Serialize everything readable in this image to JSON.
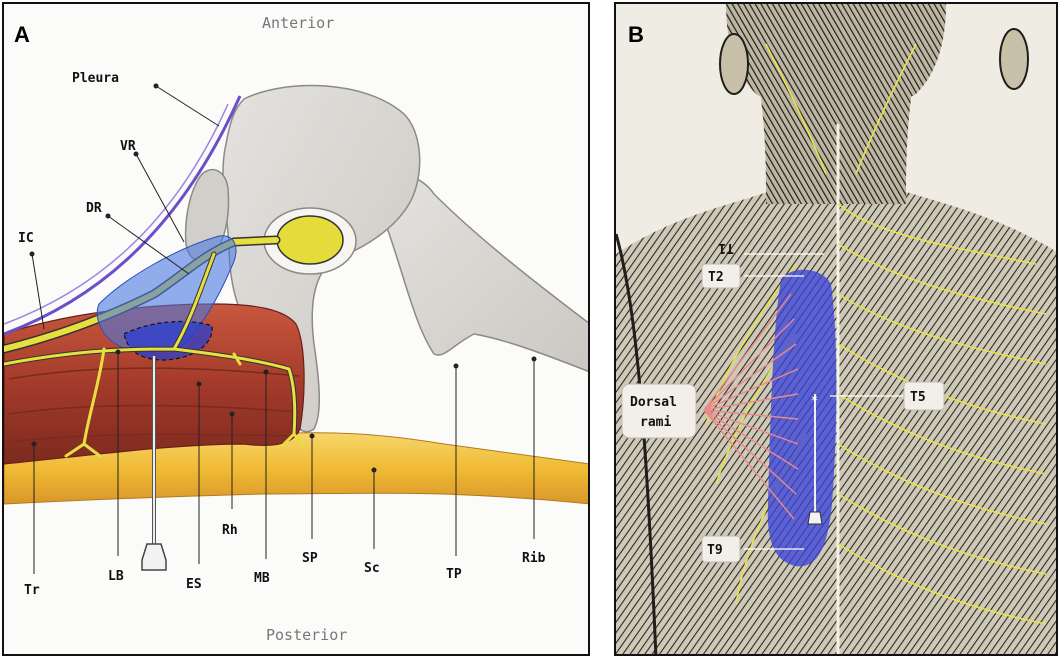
{
  "panel_a": {
    "letter": "A",
    "top_label": "Anterior",
    "bottom_label": "Posterior",
    "labels": {
      "pleura": "Pleura",
      "vr": "VR",
      "dr": "DR",
      "ic": "IC",
      "tr": "Tr",
      "lb": "LB",
      "es": "ES",
      "rh": "Rh",
      "mb": "MB",
      "sp": "SP",
      "sc": "Sc",
      "tp": "TP",
      "rib": "Rib"
    }
  },
  "panel_b": {
    "letter": "B",
    "labels": {
      "t1": "T1",
      "t2": "T2",
      "t5": "T5",
      "t9": "T9",
      "dorsal_line1": "Dorsal",
      "dorsal_line2": "rami"
    }
  },
  "colors": {
    "bone": "#d8d5d0",
    "muscle": "#a8402e",
    "fat": "#f0bf3a",
    "nerve": "#e6df3f",
    "injectate": "#4b78e0",
    "pleura": "#6a4fc8",
    "spread_b": "#3a44d8"
  }
}
